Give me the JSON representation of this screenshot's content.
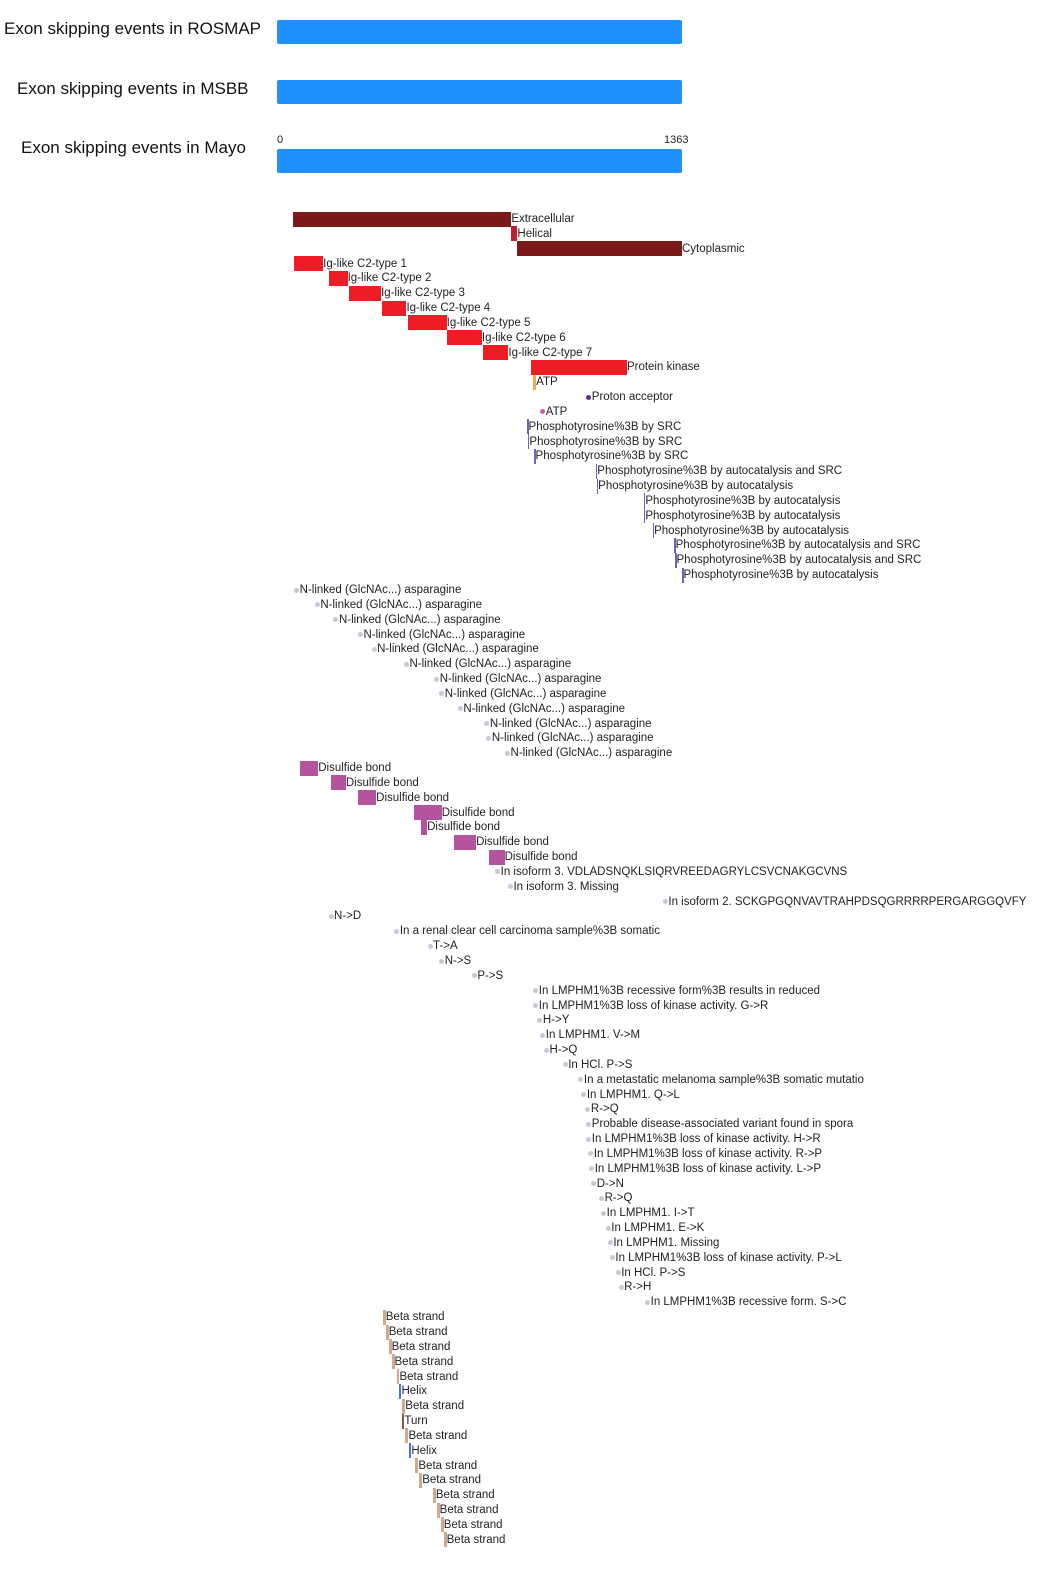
{
  "colors": {
    "track": "#1e90ff",
    "topo_outer": "#7b1a1a",
    "topo_helix": "#c0202f",
    "domain": "#ee1c25",
    "atp_bar": "#f5a855",
    "proton": "#5b2d8e",
    "atp_dot": "#c060a0",
    "phospho": "#7a5cc0",
    "glyco": "#c8c8d8",
    "disulfide": "#b5539f",
    "variant": "#c8c8d8",
    "strand": "#d2a98a",
    "helix": "#5070d0",
    "turn": "#8b5a3c"
  },
  "tracks": [
    {
      "label": "Exon skipping events in ROSMAP"
    },
    {
      "label": "Exon skipping events in MSBB"
    },
    {
      "label": "Exon skipping events in Mayo"
    }
  ],
  "axis": {
    "min_label": "0",
    "max_label": "1363",
    "min": 0,
    "max": 1363
  },
  "features": [
    {
      "label": "Extracellular",
      "type": "bar",
      "c": "topo_outer",
      "s": 27,
      "e": 777
    },
    {
      "label": "Helical",
      "type": "bar",
      "c": "topo_helix",
      "s": 777,
      "e": 798
    },
    {
      "label": "Cytoplasmic",
      "type": "bar",
      "c": "topo_outer",
      "s": 798,
      "e": 1363
    },
    {
      "label": "Ig-like C2-type 1",
      "type": "bar",
      "c": "domain",
      "s": 30,
      "e": 131
    },
    {
      "label": "Ig-like C2-type 2",
      "type": "bar",
      "c": "domain",
      "s": 151,
      "e": 215
    },
    {
      "label": "Ig-like C2-type 3",
      "type": "bar",
      "c": "domain",
      "s": 219,
      "e": 330
    },
    {
      "label": "Ig-like C2-type 4",
      "type": "bar",
      "c": "domain",
      "s": 333,
      "e": 417
    },
    {
      "label": "Ig-like C2-type 5",
      "type": "bar",
      "c": "domain",
      "s": 424,
      "e": 555
    },
    {
      "label": "Ig-like C2-type 6",
      "type": "bar",
      "c": "domain",
      "s": 555,
      "e": 676
    },
    {
      "label": "Ig-like C2-type 7",
      "type": "bar",
      "c": "domain",
      "s": 680,
      "e": 767
    },
    {
      "label": "Protein kinase",
      "type": "bar",
      "c": "domain",
      "s": 845,
      "e": 1174
    },
    {
      "label": "ATP",
      "type": "bar",
      "c": "atp_bar",
      "s": 852,
      "e": 862
    },
    {
      "label": "Proton acceptor",
      "type": "dot",
      "c": "proton",
      "s": 1043
    },
    {
      "label": "ATP",
      "type": "dot",
      "c": "atp_dot",
      "s": 885
    },
    {
      "label": "Phosphotyrosine%3B by SRC",
      "type": "line",
      "c": "phospho",
      "s": 831
    },
    {
      "label": "Phosphotyrosine%3B by SRC",
      "type": "line",
      "c": "phospho",
      "s": 834
    },
    {
      "label": "Phosphotyrosine%3B by SRC",
      "type": "line",
      "c": "phospho",
      "s": 855
    },
    {
      "label": "Phosphotyrosine%3B by autocatalysis and SRC",
      "type": "line",
      "c": "phospho",
      "s": 1067
    },
    {
      "label": "Phosphotyrosine%3B by autocatalysis",
      "type": "line",
      "c": "phospho",
      "s": 1070
    },
    {
      "label": "Phosphotyrosine%3B by autocatalysis",
      "type": "line",
      "c": "phospho",
      "s": 1232
    },
    {
      "label": "Phosphotyrosine%3B by autocatalysis",
      "type": "line",
      "c": "phospho",
      "s": 1232
    },
    {
      "label": "Phosphotyrosine%3B by autocatalysis",
      "type": "line",
      "c": "phospho",
      "s": 1262
    },
    {
      "label": "Phosphotyrosine%3B by autocatalysis and SRC",
      "type": "line",
      "c": "phospho",
      "s": 1336
    },
    {
      "label": "Phosphotyrosine%3B by autocatalysis and SRC",
      "type": "line",
      "c": "phospho",
      "s": 1339
    },
    {
      "label": "Phosphotyrosine%3B by autocatalysis",
      "type": "line",
      "c": "phospho",
      "s": 1363
    },
    {
      "label": "N-linked (GlcNAc...) asparagine",
      "type": "dot",
      "c": "glyco",
      "s": 40
    },
    {
      "label": "N-linked (GlcNAc...) asparagine",
      "type": "dot",
      "c": "glyco",
      "s": 111
    },
    {
      "label": "N-linked (GlcNAc...) asparagine",
      "type": "dot",
      "c": "glyco",
      "s": 175
    },
    {
      "label": "N-linked (GlcNAc...) asparagine",
      "type": "dot",
      "c": "glyco",
      "s": 259
    },
    {
      "label": "N-linked (GlcNAc...) asparagine",
      "type": "dot",
      "c": "glyco",
      "s": 306
    },
    {
      "label": "N-linked (GlcNAc...) asparagine",
      "type": "dot",
      "c": "glyco",
      "s": 417
    },
    {
      "label": "N-linked (GlcNAc...) asparagine",
      "type": "dot",
      "c": "glyco",
      "s": 521
    },
    {
      "label": "N-linked (GlcNAc...) asparagine",
      "type": "dot",
      "c": "glyco",
      "s": 538
    },
    {
      "label": "N-linked (GlcNAc...) asparagine",
      "type": "dot",
      "c": "glyco",
      "s": 602
    },
    {
      "label": "N-linked (GlcNAc...) asparagine",
      "type": "dot",
      "c": "glyco",
      "s": 693
    },
    {
      "label": "N-linked (GlcNAc...) asparagine",
      "type": "dot",
      "c": "glyco",
      "s": 700
    },
    {
      "label": "N-linked (GlcNAc...) asparagine",
      "type": "dot",
      "c": "glyco",
      "s": 764
    },
    {
      "label": "Disulfide bond",
      "type": "bar",
      "c": "disulfide",
      "s": 50,
      "e": 114
    },
    {
      "label": "Disulfide bond",
      "type": "bar",
      "c": "disulfide",
      "s": 158,
      "e": 209
    },
    {
      "label": "Disulfide bond",
      "type": "bar",
      "c": "disulfide",
      "s": 252,
      "e": 313
    },
    {
      "label": "Disulfide bond",
      "type": "bar",
      "c": "disulfide",
      "s": 444,
      "e": 538
    },
    {
      "label": "Disulfide bond",
      "type": "bar",
      "c": "disulfide",
      "s": 468,
      "e": 488
    },
    {
      "label": "Disulfide bond",
      "type": "bar",
      "c": "disulfide",
      "s": 579,
      "e": 656
    },
    {
      "label": "Disulfide bond",
      "type": "bar",
      "c": "disulfide",
      "s": 700,
      "e": 754
    },
    {
      "label": "In isoform 3. VDLADSNQKLSIQRVREEDAGRYLCSVCNAKGCVNS",
      "type": "dot",
      "c": "variant",
      "s": 730
    },
    {
      "label": "In isoform 3. Missing",
      "type": "dot",
      "c": "variant",
      "s": 774
    },
    {
      "label": "In isoform 2. SCKGPGQNVAVTRAHPDSQGRRRRPERGARGGQVFY",
      "type": "dot",
      "c": "variant",
      "s": 1306
    },
    {
      "label": "N->D",
      "type": "dot",
      "c": "variant",
      "s": 158
    },
    {
      "label": "In a renal clear cell carcinoma sample%3B somatic",
      "type": "dot",
      "c": "variant",
      "s": 384
    },
    {
      "label": "T->A",
      "type": "dot",
      "c": "variant",
      "s": 498
    },
    {
      "label": "N->S",
      "type": "dot",
      "c": "variant",
      "s": 538
    },
    {
      "label": "P->S",
      "type": "dot",
      "c": "variant",
      "s": 650
    },
    {
      "label": "In LMPHM1%3B recessive form%3B results in reduced",
      "type": "dot",
      "c": "variant",
      "s": 861
    },
    {
      "label": "In LMPHM1%3B loss of kinase activity. G->R",
      "type": "dot",
      "c": "variant",
      "s": 861
    },
    {
      "label": "H->Y",
      "type": "dot",
      "c": "variant",
      "s": 875
    },
    {
      "label": "In LMPHM1. V->M",
      "type": "dot",
      "c": "variant",
      "s": 885
    },
    {
      "label": "H->Q",
      "type": "dot",
      "c": "variant",
      "s": 898
    },
    {
      "label": "In HCl. P->S",
      "type": "dot",
      "c": "variant",
      "s": 962
    },
    {
      "label": "In a metastatic melanoma sample%3B somatic mutatio",
      "type": "dot",
      "c": "variant",
      "s": 1016
    },
    {
      "label": "In LMPHM1. Q->L",
      "type": "dot",
      "c": "variant",
      "s": 1026
    },
    {
      "label": "R->Q",
      "type": "dot",
      "c": "variant",
      "s": 1040
    },
    {
      "label": "Probable disease-associated variant found in spora",
      "type": "dot",
      "c": "variant",
      "s": 1043
    },
    {
      "label": "In LMPHM1%3B loss of kinase activity. H->R",
      "type": "dot",
      "c": "variant",
      "s": 1043
    },
    {
      "label": "In LMPHM1%3B loss of kinase activity. R->P",
      "type": "dot",
      "c": "variant",
      "s": 1050
    },
    {
      "label": "In LMPHM1%3B loss of kinase activity. L->P",
      "type": "dot",
      "c": "variant",
      "s": 1053
    },
    {
      "label": "D->N",
      "type": "dot",
      "c": "variant",
      "s": 1060
    },
    {
      "label": "R->Q",
      "type": "dot",
      "c": "variant",
      "s": 1087
    },
    {
      "label": "In LMPHM1. I->T",
      "type": "dot",
      "c": "variant",
      "s": 1094
    },
    {
      "label": "In LMPHM1. E->K",
      "type": "dot",
      "c": "variant",
      "s": 1110
    },
    {
      "label": "In LMPHM1. Missing",
      "type": "dot",
      "c": "variant",
      "s": 1117
    },
    {
      "label": "In LMPHM1%3B loss of kinase activity. P->L",
      "type": "dot",
      "c": "variant",
      "s": 1124
    },
    {
      "label": "In HCl. P->S",
      "type": "dot",
      "c": "variant",
      "s": 1144
    },
    {
      "label": "R->H",
      "type": "dot",
      "c": "variant",
      "s": 1154
    },
    {
      "label": "In LMPHM1%3B recessive form. S->C",
      "type": "dot",
      "c": "variant",
      "s": 1245
    },
    {
      "label": "Beta strand",
      "type": "line",
      "c": "strand",
      "s": 336,
      "e": 346
    },
    {
      "label": "Beta strand",
      "type": "line",
      "c": "strand",
      "s": 346,
      "e": 356
    },
    {
      "label": "Beta strand",
      "type": "line",
      "c": "strand",
      "s": 356,
      "e": 366
    },
    {
      "label": "Beta strand",
      "type": "line",
      "c": "strand",
      "s": 366,
      "e": 376
    },
    {
      "label": "Beta strand",
      "type": "line",
      "c": "strand",
      "s": 383,
      "e": 393
    },
    {
      "label": "Helix",
      "type": "line",
      "c": "helix",
      "s": 393,
      "e": 399
    },
    {
      "label": "Beta strand",
      "type": "line",
      "c": "strand",
      "s": 403,
      "e": 413
    },
    {
      "label": "Turn",
      "type": "line",
      "c": "turn",
      "s": 403,
      "e": 408
    },
    {
      "label": "Beta strand",
      "type": "line",
      "c": "strand",
      "s": 413,
      "e": 424
    },
    {
      "label": "Helix",
      "type": "line",
      "c": "helix",
      "s": 427,
      "e": 432
    },
    {
      "label": "Beta strand",
      "type": "line",
      "c": "strand",
      "s": 447,
      "e": 458
    },
    {
      "label": "Beta strand",
      "type": "line",
      "c": "strand",
      "s": 461,
      "e": 471
    },
    {
      "label": "Beta strand",
      "type": "line",
      "c": "strand",
      "s": 508,
      "e": 518
    },
    {
      "label": "Beta strand",
      "type": "line",
      "c": "strand",
      "s": 521,
      "e": 531
    },
    {
      "label": "Beta strand",
      "type": "line",
      "c": "strand",
      "s": 535,
      "e": 545
    },
    {
      "label": "Beta strand",
      "type": "line",
      "c": "strand",
      "s": 545,
      "e": 555
    }
  ]
}
